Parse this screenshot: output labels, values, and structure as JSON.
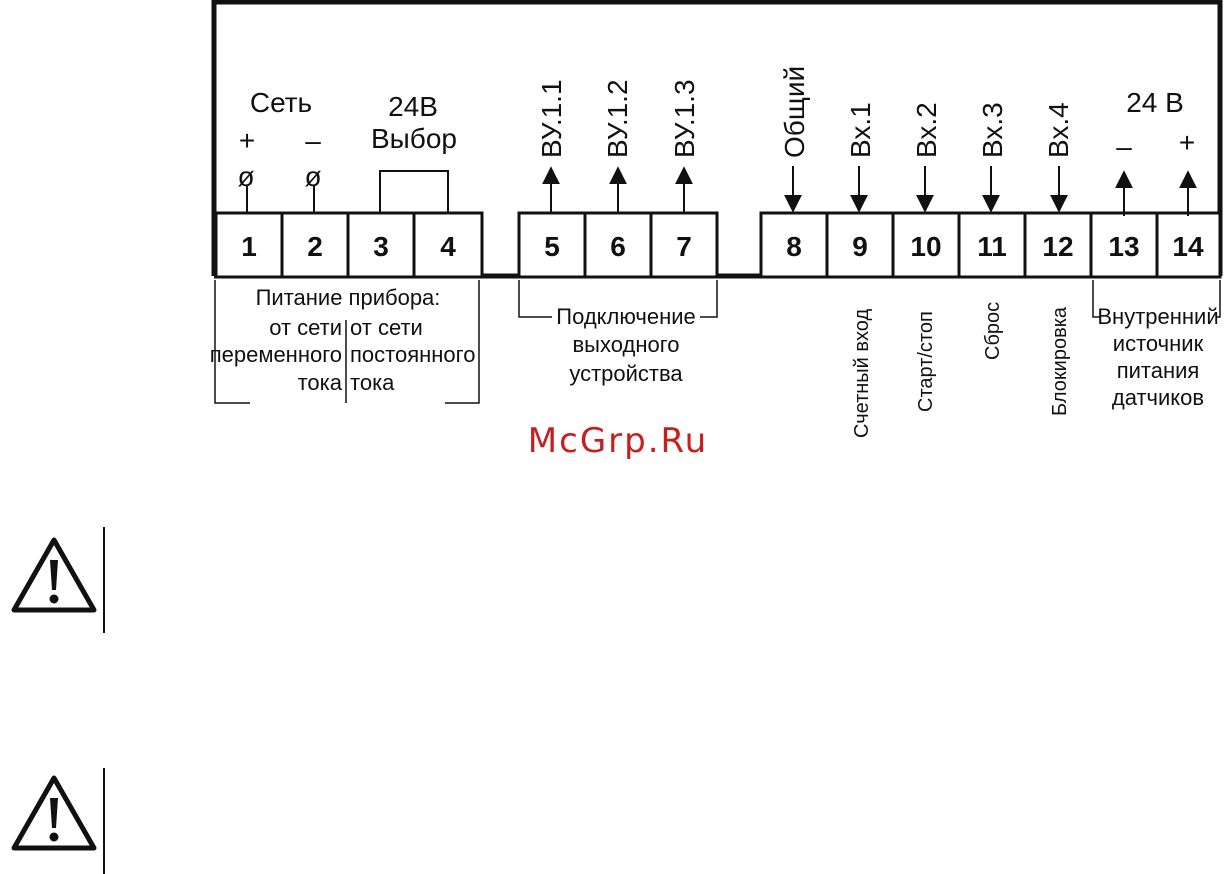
{
  "terminals": [
    "1",
    "2",
    "3",
    "4",
    "5",
    "6",
    "7",
    "8",
    "9",
    "10",
    "11",
    "12",
    "13",
    "14"
  ],
  "power": {
    "title": "Сеть",
    "plus": "+",
    "minus": "–",
    "screw": "ø"
  },
  "select24": {
    "line1": "24В",
    "line2": "Выбор"
  },
  "outputs": [
    "ВУ.1.1",
    "ВУ.1.2",
    "ВУ.1.3"
  ],
  "common": "Общий",
  "inputs": [
    "Вх.1",
    "Вх.2",
    "Вх.3",
    "Вх.4"
  ],
  "sensor_power": {
    "title": "24 В",
    "minus": "–",
    "plus": "+"
  },
  "power_desc": {
    "title": "Питание прибора:",
    "ac_1": "от сети",
    "ac_2": "переменного",
    "ac_3": "тока",
    "dc_1": "от сети",
    "dc_2": "постоянного",
    "dc_3": "тока"
  },
  "output_desc": {
    "line1": "Подключение",
    "line2": "выходного",
    "line3": "устройства"
  },
  "input_desc": [
    "Счетный вход",
    "Старт/стоп",
    "Сброс",
    "Блокировка"
  ],
  "sensor_desc": {
    "line1": "Внутренний",
    "line2": "источник",
    "line3": "питания",
    "line4": "датчиков"
  },
  "watermark": "McGrp.Ru",
  "colors": {
    "watermark": "#c81e1e",
    "ink": "#111111"
  },
  "icons": [
    "warning-triangle-icon",
    "warning-triangle-icon"
  ]
}
